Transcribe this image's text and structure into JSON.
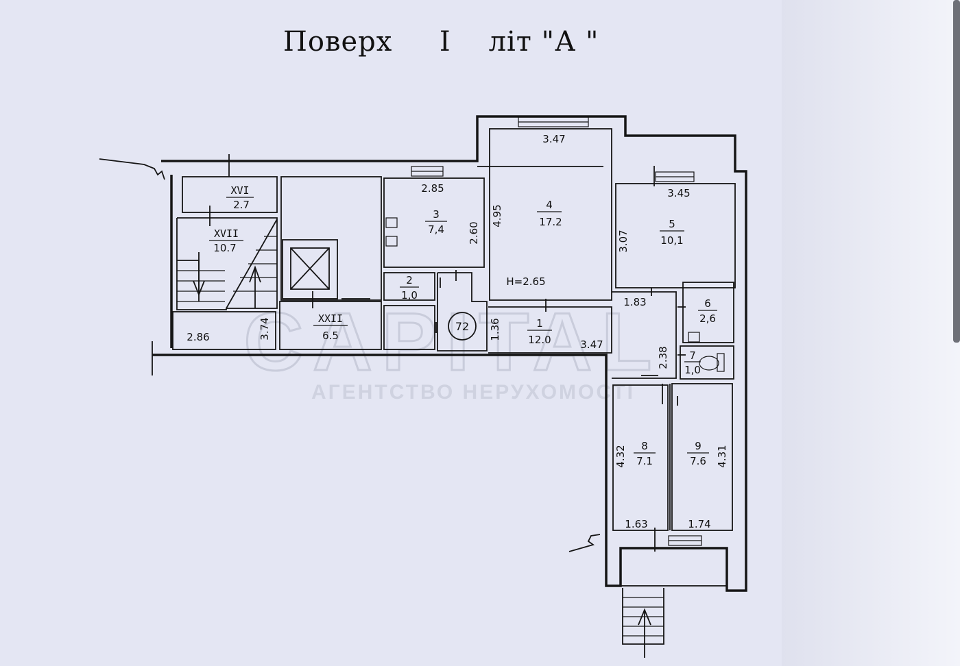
{
  "title": {
    "floor_word": "Поверх",
    "floor_number": "I",
    "letter_word": "літ",
    "letter_value": "\"А \""
  },
  "watermark": {
    "brand": "CAPITAL",
    "subtitle": "АГЕНТСТВО НЕРУХОМОСТІ"
  },
  "apartment_number": "72",
  "ceiling_height": "H=2.65",
  "rooms": {
    "r1": {
      "number": "1",
      "area": "12.0"
    },
    "r2": {
      "number": "2",
      "area": "1,0"
    },
    "r3": {
      "number": "3",
      "area": "7,4"
    },
    "r4": {
      "number": "4",
      "area": "17.2"
    },
    "r5": {
      "number": "5",
      "area": "10,1"
    },
    "r6": {
      "number": "6",
      "area": "2,6"
    },
    "r7": {
      "number": "7",
      "area": "1,0"
    },
    "r8": {
      "number": "8",
      "area": "7.1"
    },
    "r9": {
      "number": "9",
      "area": "7.6"
    },
    "xvi": {
      "number": "XVI",
      "area": "2.7"
    },
    "xvii": {
      "number": "XVII",
      "area": "10.7"
    },
    "xxii": {
      "number": "XXII",
      "area": "6.5"
    }
  },
  "dimensions": {
    "d_3_47_top": "3.47",
    "d_4_95": "4.95",
    "d_2_85": "2.85",
    "d_2_60": "2.60",
    "d_3_45": "3.45",
    "d_3_07": "3.07",
    "d_1_83": "1.83",
    "d_1_36": "1.36",
    "d_3_47_bottom": "3.47",
    "d_2_38": "2.38",
    "d_2_86": "2.86",
    "d_3_74": "3.74",
    "d_4_32": "4.32",
    "d_4_31": "4.31",
    "d_1_63": "1.63",
    "d_1_74": "1.74"
  }
}
